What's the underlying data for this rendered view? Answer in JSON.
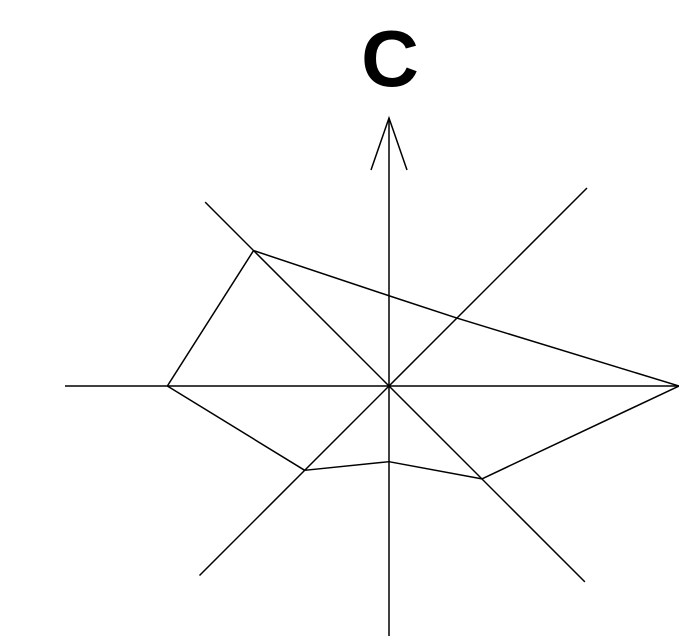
{
  "diagram": {
    "top_label": "C",
    "axes": [
      {
        "id": "up",
        "angle_deg": 90,
        "arrow": true
      },
      {
        "id": "up-right",
        "angle_deg": 45,
        "arrow": false
      },
      {
        "id": "right",
        "angle_deg": 0,
        "arrow": false
      },
      {
        "id": "down-right",
        "angle_deg": -45,
        "arrow": false
      },
      {
        "id": "down",
        "angle_deg": -90,
        "arrow": false
      },
      {
        "id": "down-left",
        "angle_deg": -135,
        "arrow": false
      },
      {
        "id": "left",
        "angle_deg": 180,
        "arrow": false
      },
      {
        "id": "up-left",
        "angle_deg": 135,
        "arrow": false
      }
    ],
    "outline_values": [
      {
        "axis": "up",
        "value": 0.327
      },
      {
        "axis": "up-right",
        "value": 0.348
      },
      {
        "axis": "right",
        "value": 1.0
      },
      {
        "axis": "down-right",
        "value": 0.476
      },
      {
        "axis": "down",
        "value": 0.261
      },
      {
        "axis": "down-left",
        "value": 0.432
      },
      {
        "axis": "left",
        "value": 0.786
      },
      {
        "axis": "up-left",
        "value": 0.694
      }
    ],
    "colors": {
      "line": "#000000",
      "background": "#ffffff"
    }
  }
}
